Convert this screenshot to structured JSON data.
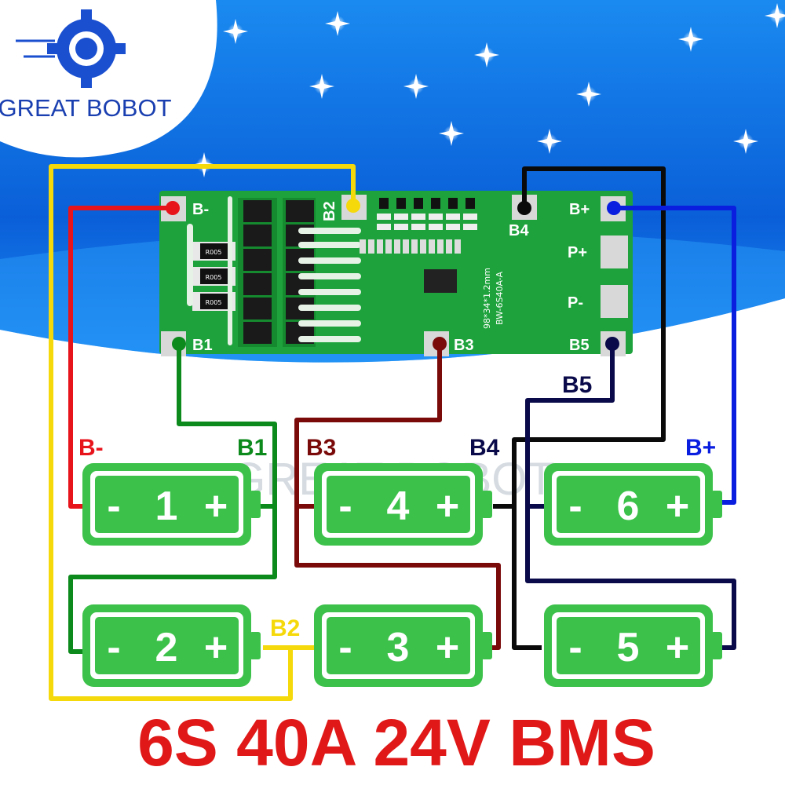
{
  "brand": {
    "name": "GREAT BOBOT",
    "watermark": "GREAT BOBOT"
  },
  "title": "6S 40A 24V BMS",
  "pcb": {
    "pads": {
      "b_minus": "B-",
      "b1": "B1",
      "b2": "B2",
      "b3": "B3",
      "b4": "B4",
      "b5": "B5",
      "b_plus": "B+",
      "p_plus": "P+",
      "p_minus": "P-"
    },
    "model": "BW-6S40A-A",
    "size": "98*34*1.2mm",
    "resistors": [
      "R005",
      "R005",
      "R005"
    ]
  },
  "wire_labels": {
    "b_minus": "B-",
    "b1": "B1",
    "b2": "B2",
    "b3": "B3",
    "b4": "B4",
    "b5": "B5",
    "b_plus": "B+"
  },
  "batteries": [
    {
      "number": "1",
      "minus": "-",
      "plus": "+"
    },
    {
      "number": "2",
      "minus": "-",
      "plus": "+"
    },
    {
      "number": "3",
      "minus": "-",
      "plus": "+"
    },
    {
      "number": "4",
      "minus": "-",
      "plus": "+"
    },
    {
      "number": "5",
      "minus": "-",
      "plus": "+"
    },
    {
      "number": "6",
      "minus": "-",
      "plus": "+"
    }
  ],
  "colors": {
    "b_minus": "#e8141c",
    "b1": "#0c8a1c",
    "b2": "#f5d90a",
    "b3": "#7a0a0a",
    "b4": "#0a0a0a",
    "b5": "#0a0a4a",
    "b_plus": "#0a1ee0",
    "battery": "#3cc24a",
    "pcb": "#1ea33c",
    "title": "#e01818",
    "sky": "#0a6fe0"
  }
}
